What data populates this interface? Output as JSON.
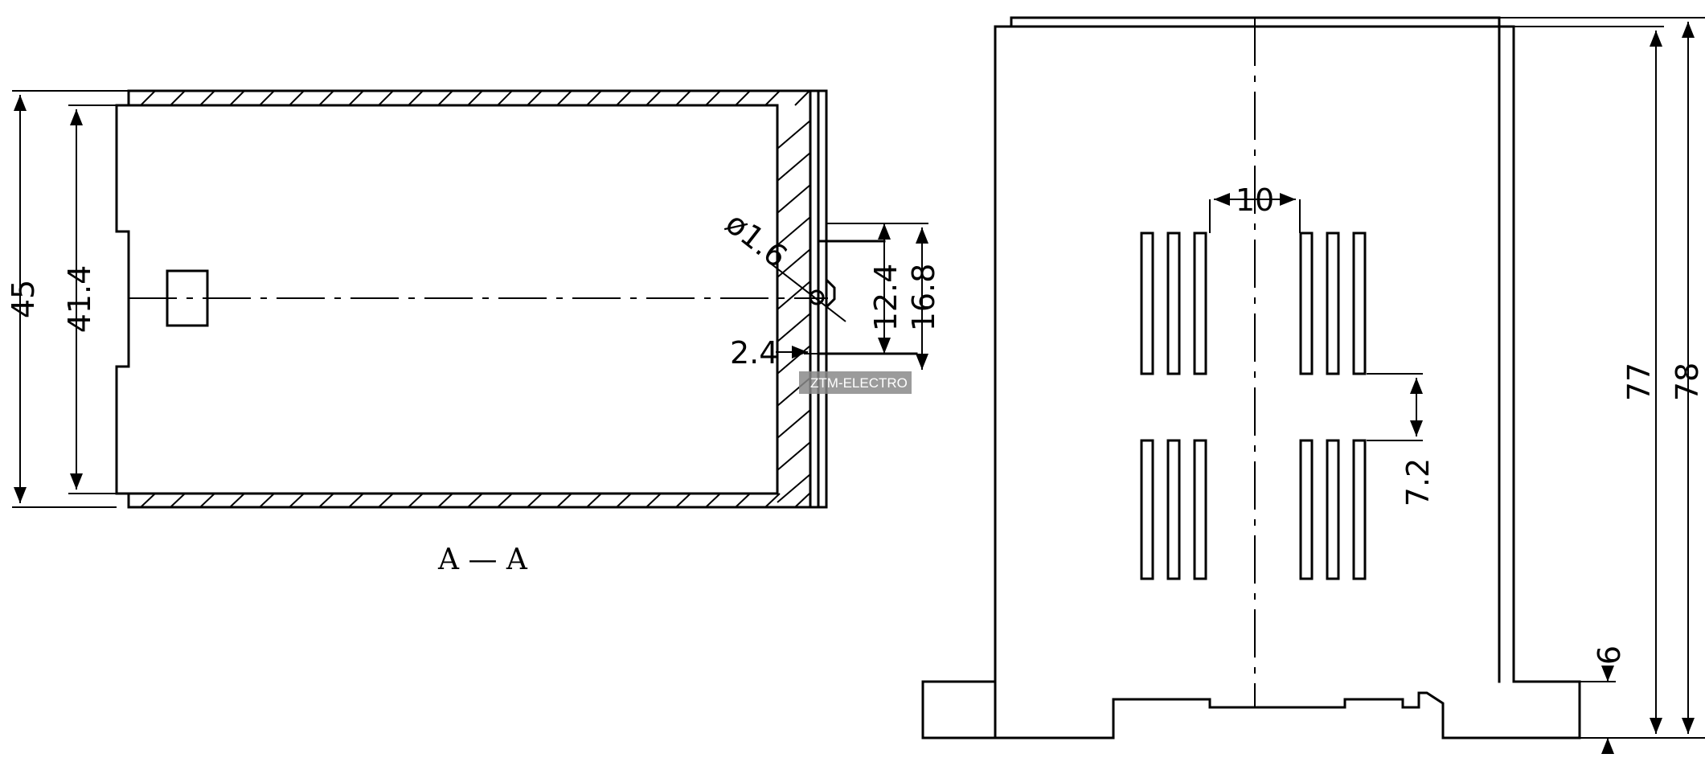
{
  "section_view": {
    "label": "A — A",
    "dimensions": {
      "overall_height": "45",
      "inner_height": "41.4",
      "hole_diameter": "ø1.6",
      "slot_height": "12.4",
      "clip_height": "16.8",
      "wall_gap": "2.4"
    }
  },
  "front_view": {
    "dimensions": {
      "vent_gap": "10",
      "vent_spacing": "7.2",
      "body_height": "77",
      "total_height": "78",
      "foot_height": "6"
    }
  },
  "watermark": "ZTM-ELECTRO"
}
